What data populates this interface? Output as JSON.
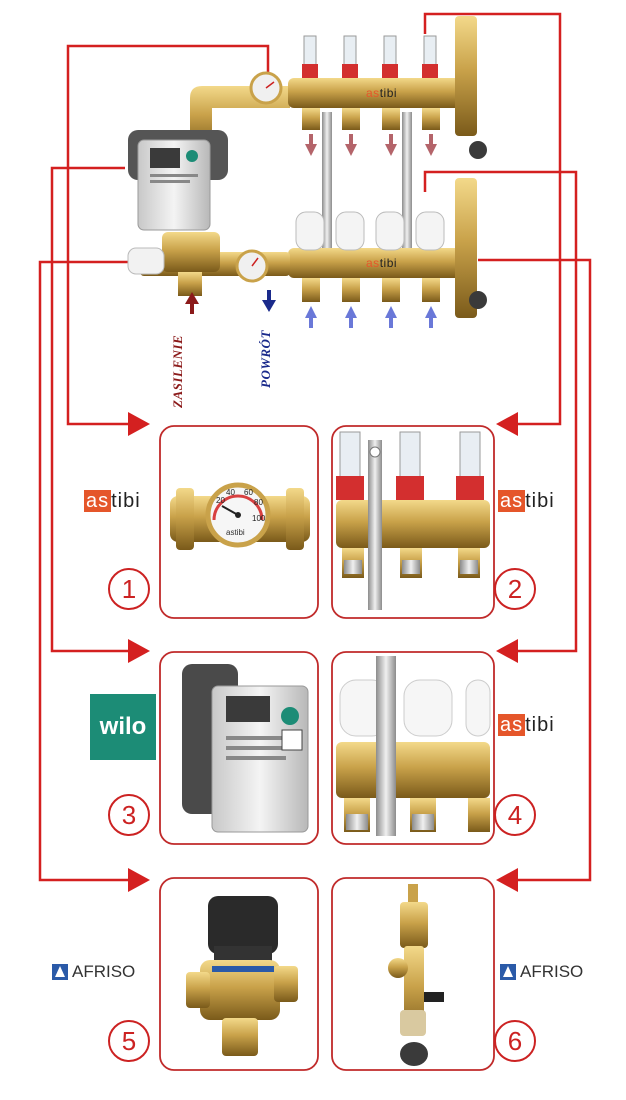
{
  "manifold_label": "astibi",
  "supply_label": "ZASILENIE",
  "return_label": "POWRÓT",
  "brands": {
    "astibi_prefix": "as",
    "astibi_suffix": "tibi",
    "wilo": "wilo",
    "afriso": "AFRISO"
  },
  "gauge_scale": [
    "20",
    "40",
    "60",
    "80",
    "100"
  ],
  "gauge_brand": "astibi",
  "panels": [
    {
      "number": "1",
      "brand": "astibi"
    },
    {
      "number": "2",
      "brand": "astibi"
    },
    {
      "number": "3",
      "brand": "wilo"
    },
    {
      "number": "4",
      "brand": "astibi"
    },
    {
      "number": "5",
      "brand": "AFRISO"
    },
    {
      "number": "6",
      "brand": "AFRISO"
    }
  ],
  "colors": {
    "connector": "#d42020",
    "brass": "#c9a24a",
    "supply_arrow": "#8b1a1a",
    "return_arrow": "#1a2a8b",
    "wilo_green": "#1c8c76",
    "astibi_orange": "#e5562a"
  }
}
